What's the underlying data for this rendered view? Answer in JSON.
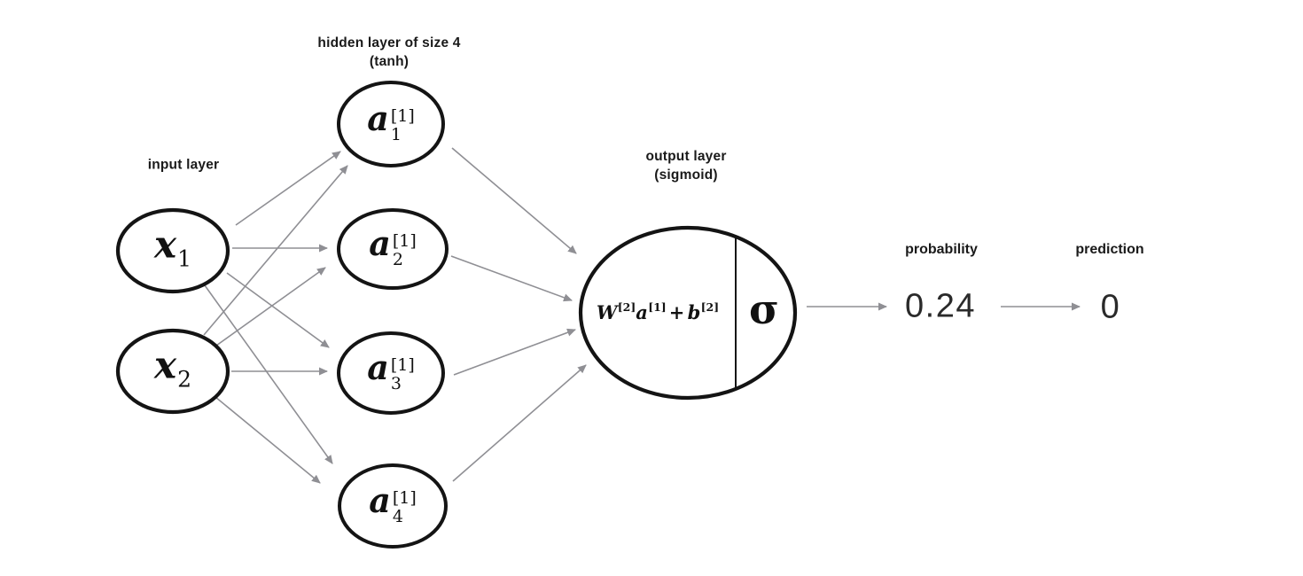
{
  "diagram": {
    "title_semantic": "neural network architecture diagram",
    "input_layer": {
      "label": "input layer",
      "nodes": [
        {
          "base": "x",
          "sub": "1"
        },
        {
          "base": "x",
          "sub": "2"
        }
      ]
    },
    "hidden_layer": {
      "label_line1": "hidden layer of size 4",
      "label_line2": "(tanh)",
      "nodes": [
        {
          "base": "a",
          "sup": "[1]",
          "sub": "1"
        },
        {
          "base": "a",
          "sup": "[1]",
          "sub": "2"
        },
        {
          "base": "a",
          "sup": "[1]",
          "sub": "3"
        },
        {
          "base": "a",
          "sup": "[1]",
          "sub": "4"
        }
      ]
    },
    "output_layer": {
      "label_line1": "output layer",
      "label_line2": "(sigmoid)",
      "formula": {
        "w": "W",
        "w_sup": "[2]",
        "a": "a",
        "a_sup": "[1]",
        "plus": "+",
        "b": "b",
        "b_sup": "[2]"
      },
      "sigma": "σ"
    },
    "probability": {
      "label": "probability",
      "value": "0.24"
    },
    "prediction": {
      "label": "prediction",
      "value": "0"
    }
  },
  "colors": {
    "node_stroke": "#141414",
    "arrow": "#8f8f94",
    "background": "#ffffff",
    "text": "#141414"
  }
}
